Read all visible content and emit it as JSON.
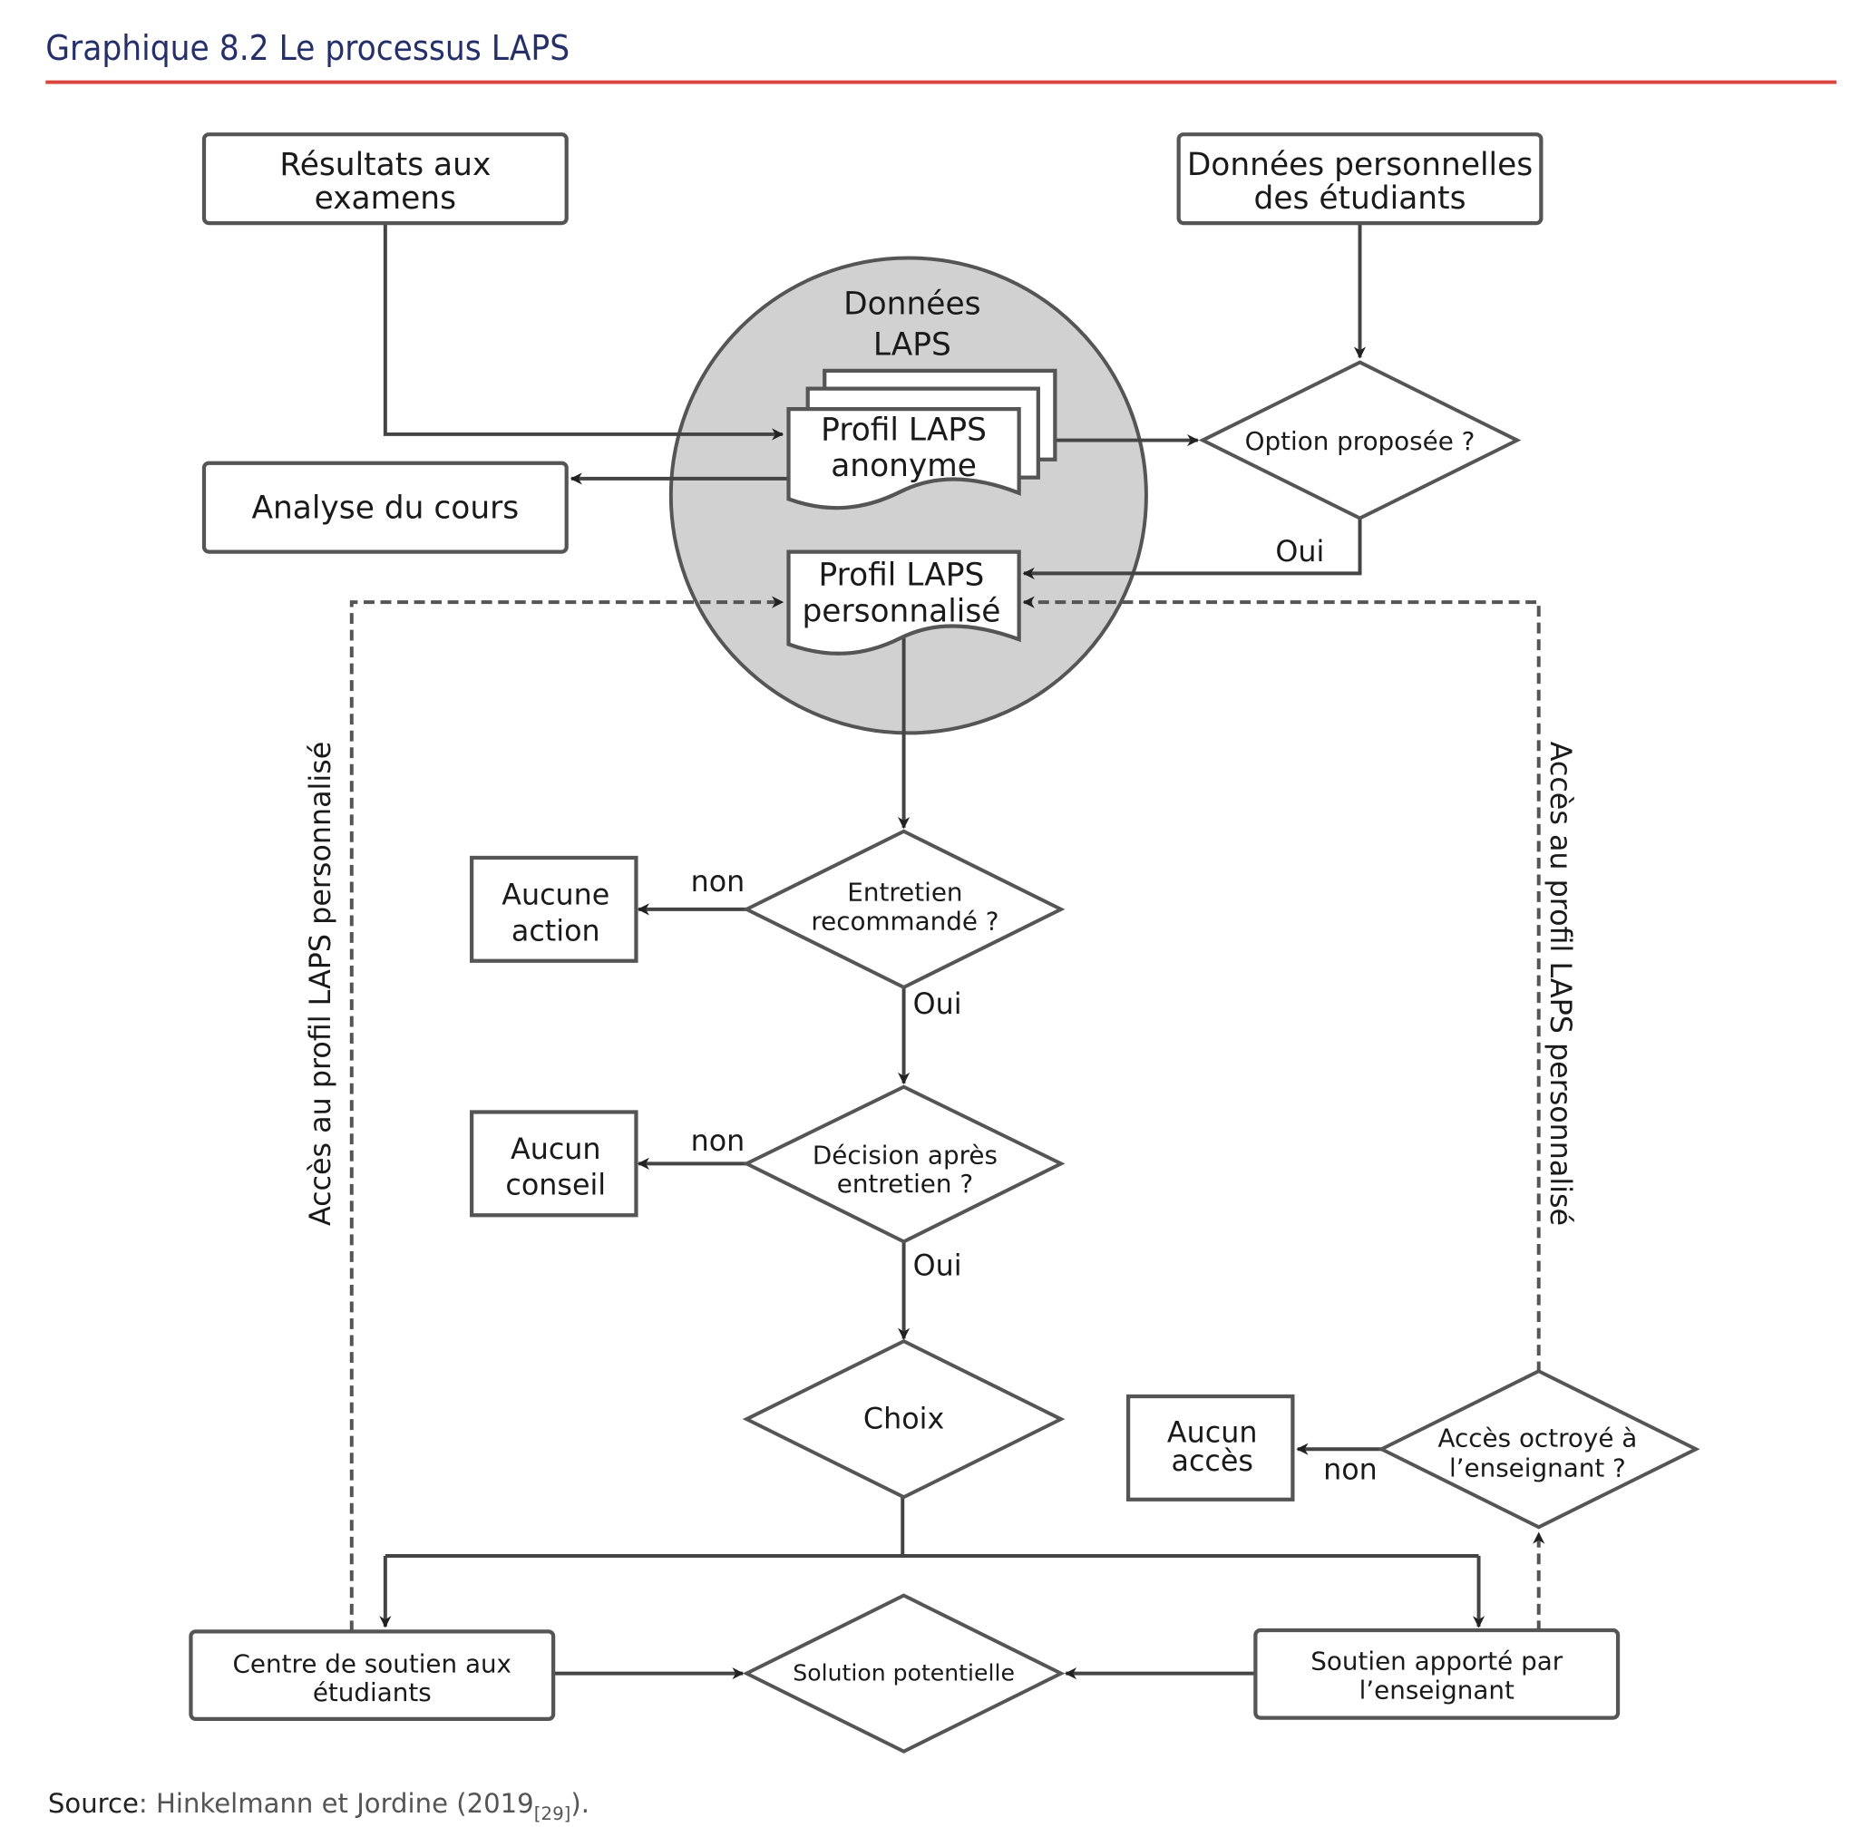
{
  "header": {
    "title": "Graphique 8.2  Le processus LAPS",
    "rule_color": "#d9463f",
    "title_color": "#263068"
  },
  "diagram": {
    "inputs": {
      "exam_results": [
        "Résultats aux",
        "examens"
      ],
      "personal_data": [
        "Données personnelles",
        "des étudiants"
      ]
    },
    "laps_data": {
      "title": [
        "Données",
        "LAPS"
      ],
      "anonymous_profile": [
        "Profil LAPS",
        "anonyme"
      ],
      "personalized_profile": [
        "Profil LAPS",
        "personnalisé"
      ],
      "fill_color": "#d0d1d0"
    },
    "course_analysis": "Analyse du cours",
    "decisions": {
      "option": "Option proposée ?",
      "interview": [
        "Entretien",
        "recommandé ?"
      ],
      "after_interview": [
        "Décision après",
        "entretien ?"
      ],
      "choice": "Choix",
      "teacher_access": [
        "Accès octroyé à",
        "l’enseignant ?"
      ],
      "solution": "Solution potentielle"
    },
    "outcomes": {
      "no_action": [
        "Aucune",
        "action"
      ],
      "no_advice": [
        "Aucun",
        "conseil"
      ],
      "no_access": [
        "Aucun",
        "accès"
      ],
      "support_center": [
        "Centre de soutien aux",
        "étudiants"
      ],
      "teacher_support": [
        "Soutien apporté par",
        "l’enseignant"
      ]
    },
    "edge_labels": {
      "yes": "Oui",
      "no": "non",
      "access_personalized": "Accès au profil LAPS personnalisé"
    }
  },
  "footer": {
    "source_label": "Source",
    "source_text": ": Hinkelmann et Jordine (2019",
    "reference": "[29]",
    "end": ")."
  }
}
